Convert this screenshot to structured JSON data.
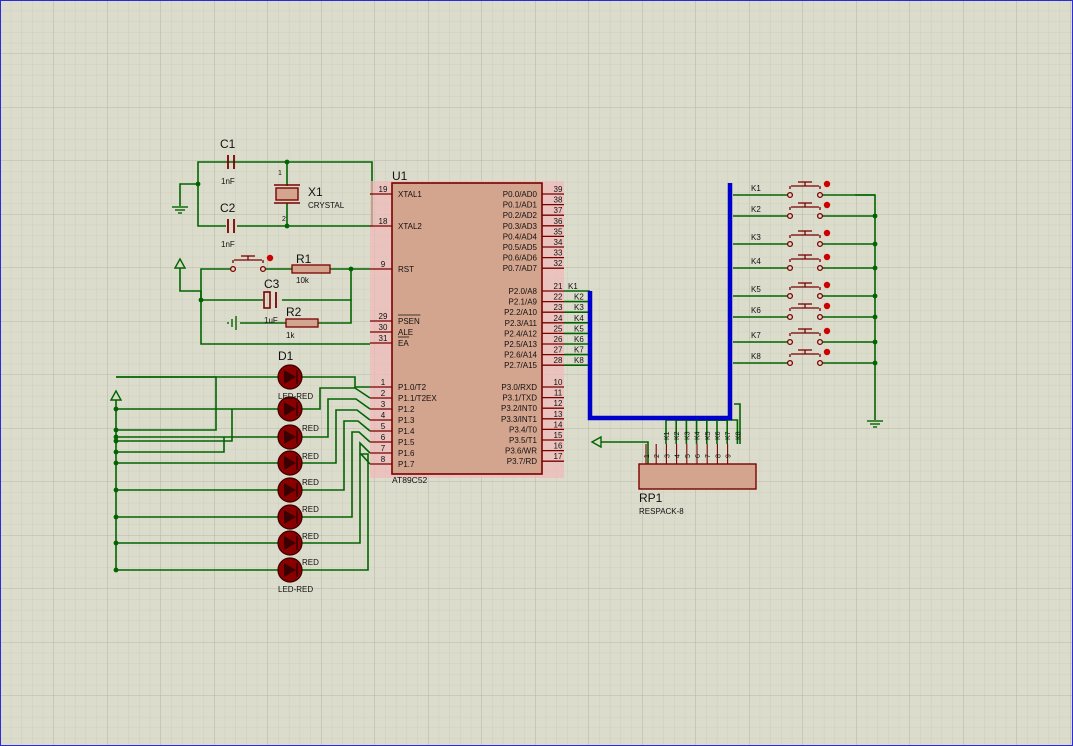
{
  "colors": {
    "background": "#dcdccc",
    "grid_minor": "#c4c4b4",
    "grid_major": "#aeae9c",
    "wire": "#006400",
    "bus": "#0000cc",
    "component": "#7a0000",
    "chip_fill": "#d4a58e",
    "chip_halo": "#f0b8b8",
    "text": "#111111"
  },
  "mcu": {
    "ref": "U1",
    "model": "AT89C52",
    "left_pins": [
      {
        "num": "19",
        "name": "XTAL1"
      },
      {
        "num": "18",
        "name": "XTAL2"
      },
      {
        "num": "9",
        "name": "RST"
      },
      {
        "num": "29",
        "name": "PSEN"
      },
      {
        "num": "30",
        "name": "ALE"
      },
      {
        "num": "31",
        "name": "EA"
      },
      {
        "num": "1",
        "name": "P1.0/T2"
      },
      {
        "num": "2",
        "name": "P1.1/T2EX"
      },
      {
        "num": "3",
        "name": "P1.2"
      },
      {
        "num": "4",
        "name": "P1.3"
      },
      {
        "num": "5",
        "name": "P1.4"
      },
      {
        "num": "6",
        "name": "P1.5"
      },
      {
        "num": "7",
        "name": "P1.6"
      },
      {
        "num": "8",
        "name": "P1.7"
      }
    ],
    "right_pins": [
      {
        "num": "39",
        "name": "P0.0/AD0"
      },
      {
        "num": "38",
        "name": "P0.1/AD1"
      },
      {
        "num": "37",
        "name": "P0.2/AD2"
      },
      {
        "num": "36",
        "name": "P0.3/AD3"
      },
      {
        "num": "35",
        "name": "P0.4/AD4"
      },
      {
        "num": "34",
        "name": "P0.5/AD5"
      },
      {
        "num": "33",
        "name": "P0.6/AD6"
      },
      {
        "num": "32",
        "name": "P0.7/AD7"
      },
      {
        "num": "21",
        "name": "P2.0/A8",
        "net": "K1"
      },
      {
        "num": "22",
        "name": "P2.1/A9",
        "net": "K2"
      },
      {
        "num": "23",
        "name": "P2.2/A10",
        "net": "K3"
      },
      {
        "num": "24",
        "name": "P2.3/A11",
        "net": "K4"
      },
      {
        "num": "25",
        "name": "P2.4/A12",
        "net": "K5"
      },
      {
        "num": "26",
        "name": "P2.5/A13",
        "net": "K6"
      },
      {
        "num": "27",
        "name": "P2.6/A14",
        "net": "K7"
      },
      {
        "num": "28",
        "name": "P2.7/A15",
        "net": "K8"
      },
      {
        "num": "10",
        "name": "P3.0/RXD"
      },
      {
        "num": "11",
        "name": "P3.1/TXD"
      },
      {
        "num": "12",
        "name": "P3.2/INT0"
      },
      {
        "num": "13",
        "name": "P3.3/INT1"
      },
      {
        "num": "14",
        "name": "P3.4/T0"
      },
      {
        "num": "15",
        "name": "P3.5/T1"
      },
      {
        "num": "16",
        "name": "P3.6/WR"
      },
      {
        "num": "17",
        "name": "P3.7/RD"
      }
    ]
  },
  "parts": {
    "c1": {
      "ref": "C1",
      "value": "1nF"
    },
    "c2": {
      "ref": "C2",
      "value": "1nF"
    },
    "c3": {
      "ref": "C3",
      "value": "1uF"
    },
    "x1": {
      "ref": "X1",
      "value": "CRYSTAL",
      "pin1": "1",
      "pin2": "2"
    },
    "r1": {
      "ref": "R1",
      "value": "10k"
    },
    "r2": {
      "ref": "R2",
      "value": "1k"
    },
    "d1": {
      "ref": "D1"
    },
    "rp1": {
      "ref": "RP1",
      "value": "RESPACK-8",
      "pins": [
        "1",
        "2",
        "3",
        "4",
        "5",
        "6",
        "7",
        "8",
        "9"
      ],
      "nets": [
        "K1",
        "K2",
        "K3",
        "K4",
        "K5",
        "K6",
        "K7",
        "K8"
      ]
    }
  },
  "leds": [
    {
      "label": "LED-RED"
    },
    {
      "label": "RED"
    },
    {
      "label": "RED"
    },
    {
      "label": "RED"
    },
    {
      "label": "RED"
    },
    {
      "label": "RED"
    },
    {
      "label": "RED"
    },
    {
      "label": "LED-RED"
    }
  ],
  "keys": [
    "K1",
    "K2",
    "K3",
    "K4",
    "K5",
    "K6",
    "K7",
    "K8"
  ]
}
